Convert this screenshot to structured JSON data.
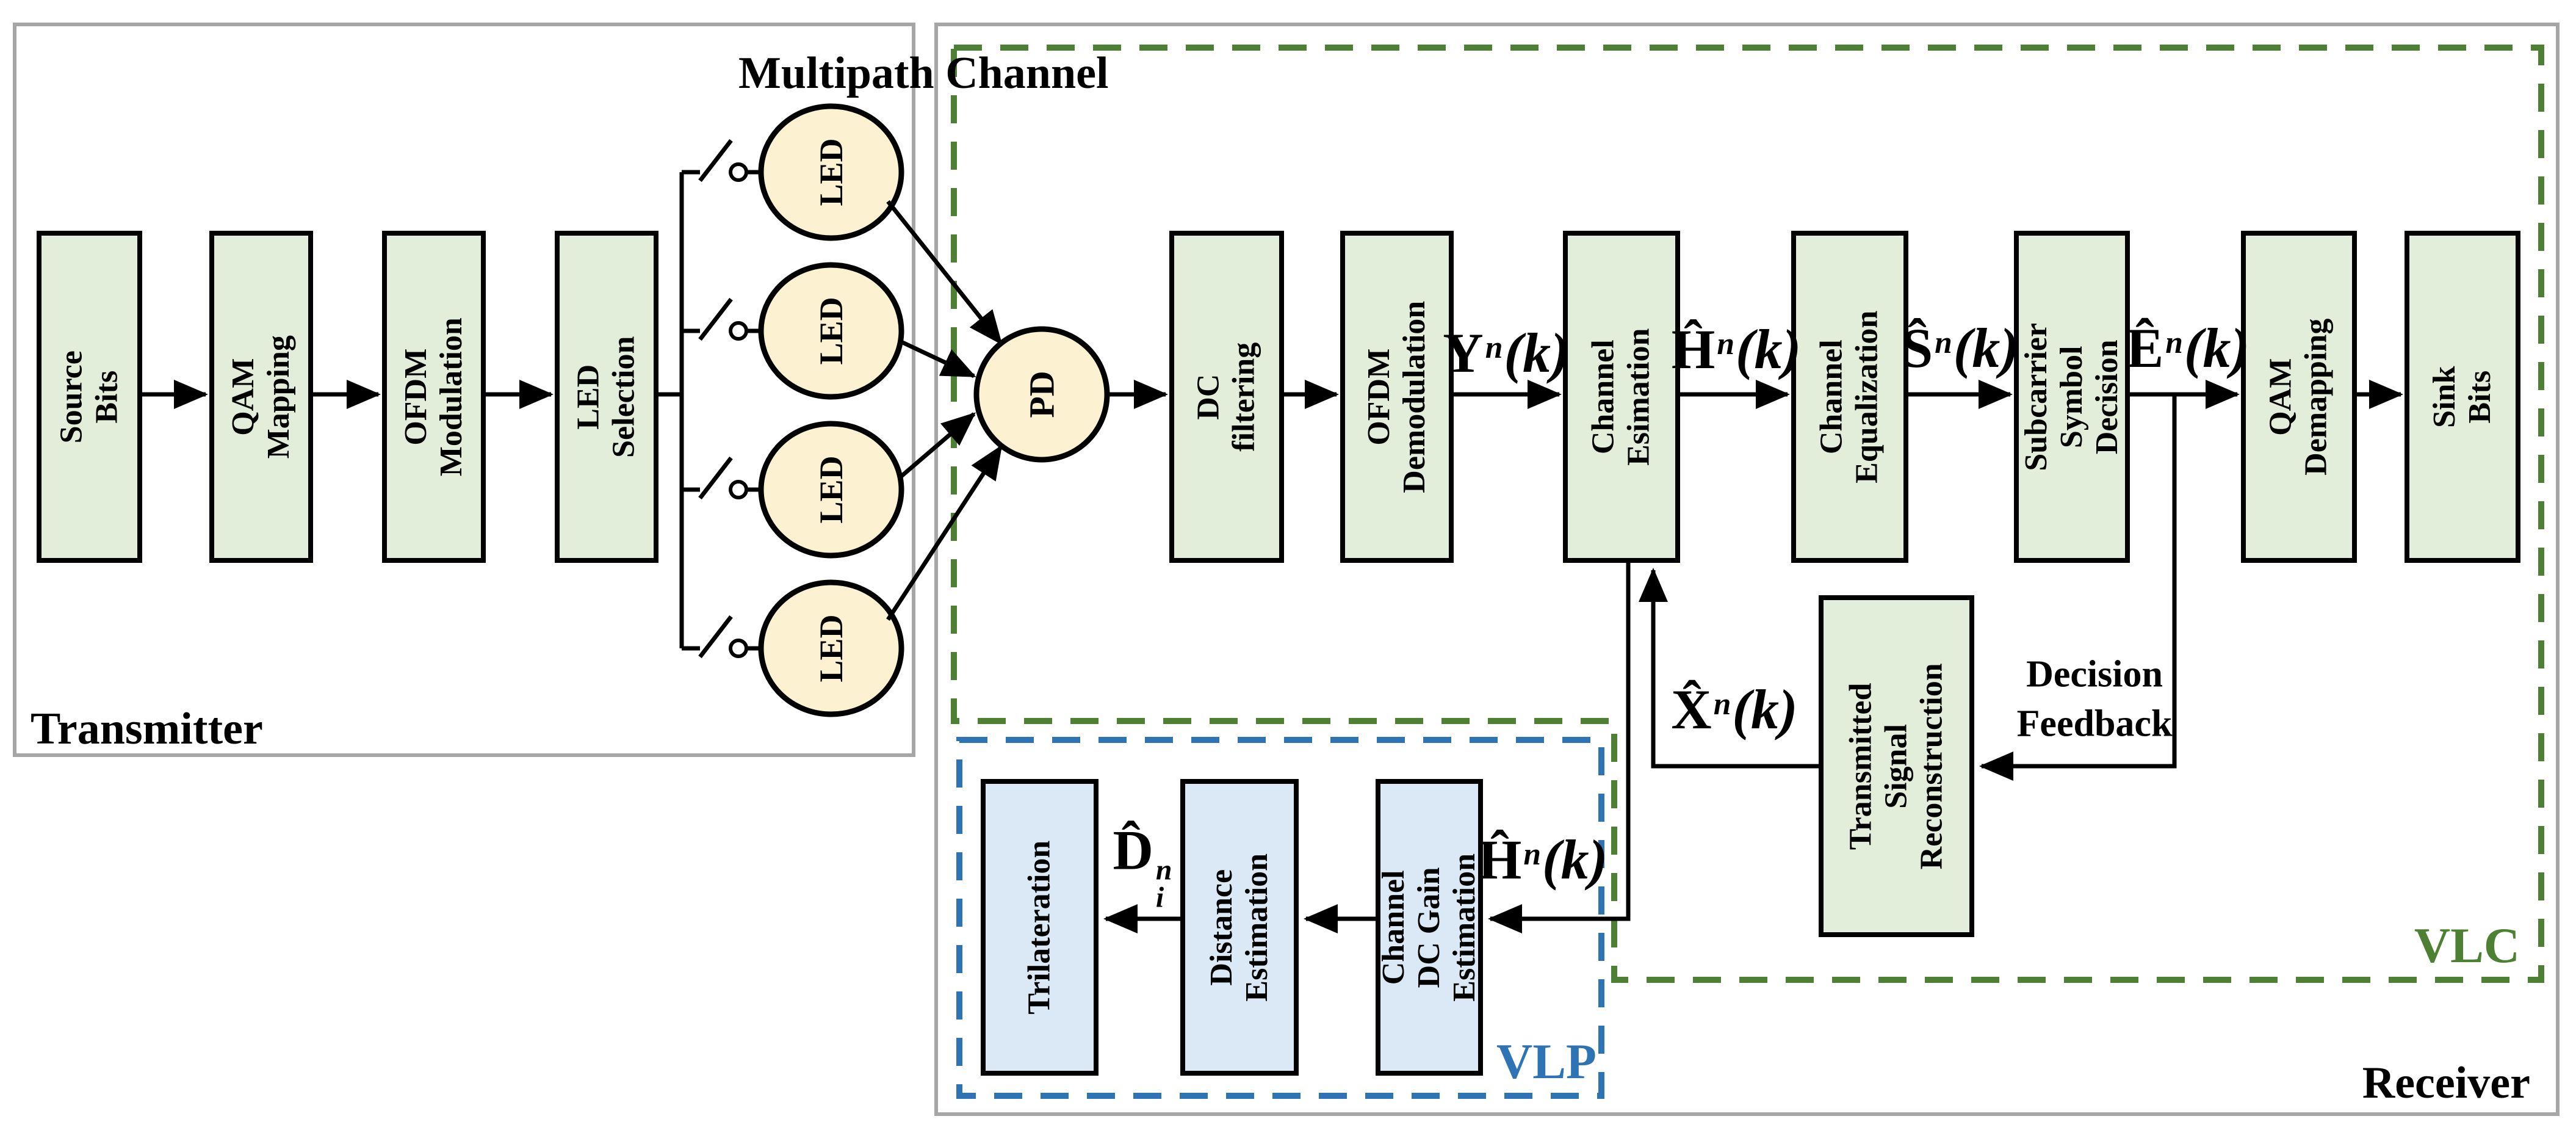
{
  "diagram": {
    "title": "Multipath Channel",
    "sections": {
      "transmitter": "Transmitter",
      "receiver": "Receiver",
      "vlc": "VLC",
      "vlp": "VLP"
    },
    "tx_blocks": {
      "source_bits": "Source Bits",
      "qam_mapping": "QAM Mapping",
      "ofdm_modulation": "OFDM\nModulation",
      "led_selection": "LED Selection"
    },
    "devices": {
      "led": "LED",
      "pd": "PD"
    },
    "rx_blocks": {
      "dc_filtering": "DC filtering",
      "ofdm_demodulation": "OFDM\nDemodulation",
      "channel_estimation": "Channel\nEsimation",
      "channel_equalization": "Channel\nEqualization",
      "subcarrier_symbol_decision": "Subcarrier\nSymbol Decision",
      "qam_demapping": "QAM Demapping",
      "sink_bits": "Sink Bits",
      "transmitted_signal_reconstruction": "Transmitted Signal\nReconstruction"
    },
    "vlp_blocks": {
      "trilateration": "Trilateration",
      "distance_estimation": "Distance\nEstimation",
      "channel_dc_gain_estimation": "Channel DC Gain\nEstimation"
    },
    "signals": {
      "y": {
        "base": "Y",
        "sup": "n",
        "arg": "(k)"
      },
      "h": {
        "base": "Ĥ",
        "sup": "n",
        "arg": "(k)"
      },
      "s": {
        "base": "Ŝ",
        "sup": "n",
        "arg": "(k)"
      },
      "e": {
        "base": "Ê",
        "sup": "n",
        "arg": "(k)"
      },
      "x": {
        "base": "X̂",
        "sup": "n",
        "arg": "(k)"
      },
      "h2": {
        "base": "Ĥ",
        "sup": "n",
        "arg": "(k)"
      },
      "d": {
        "base": "D̂",
        "sup": "n",
        "sub": "i"
      }
    },
    "annotations": {
      "decision_feedback": "Decision\nFeedback"
    },
    "colors": {
      "block_green": "#e3eeda",
      "block_blue": "#dbe8f6",
      "device_cream": "#fcf2d1",
      "vlc_green": "#4e8033",
      "vlp_blue": "#2e74b5",
      "box_gray": "#a6a6a6",
      "line_black": "#000000"
    }
  }
}
